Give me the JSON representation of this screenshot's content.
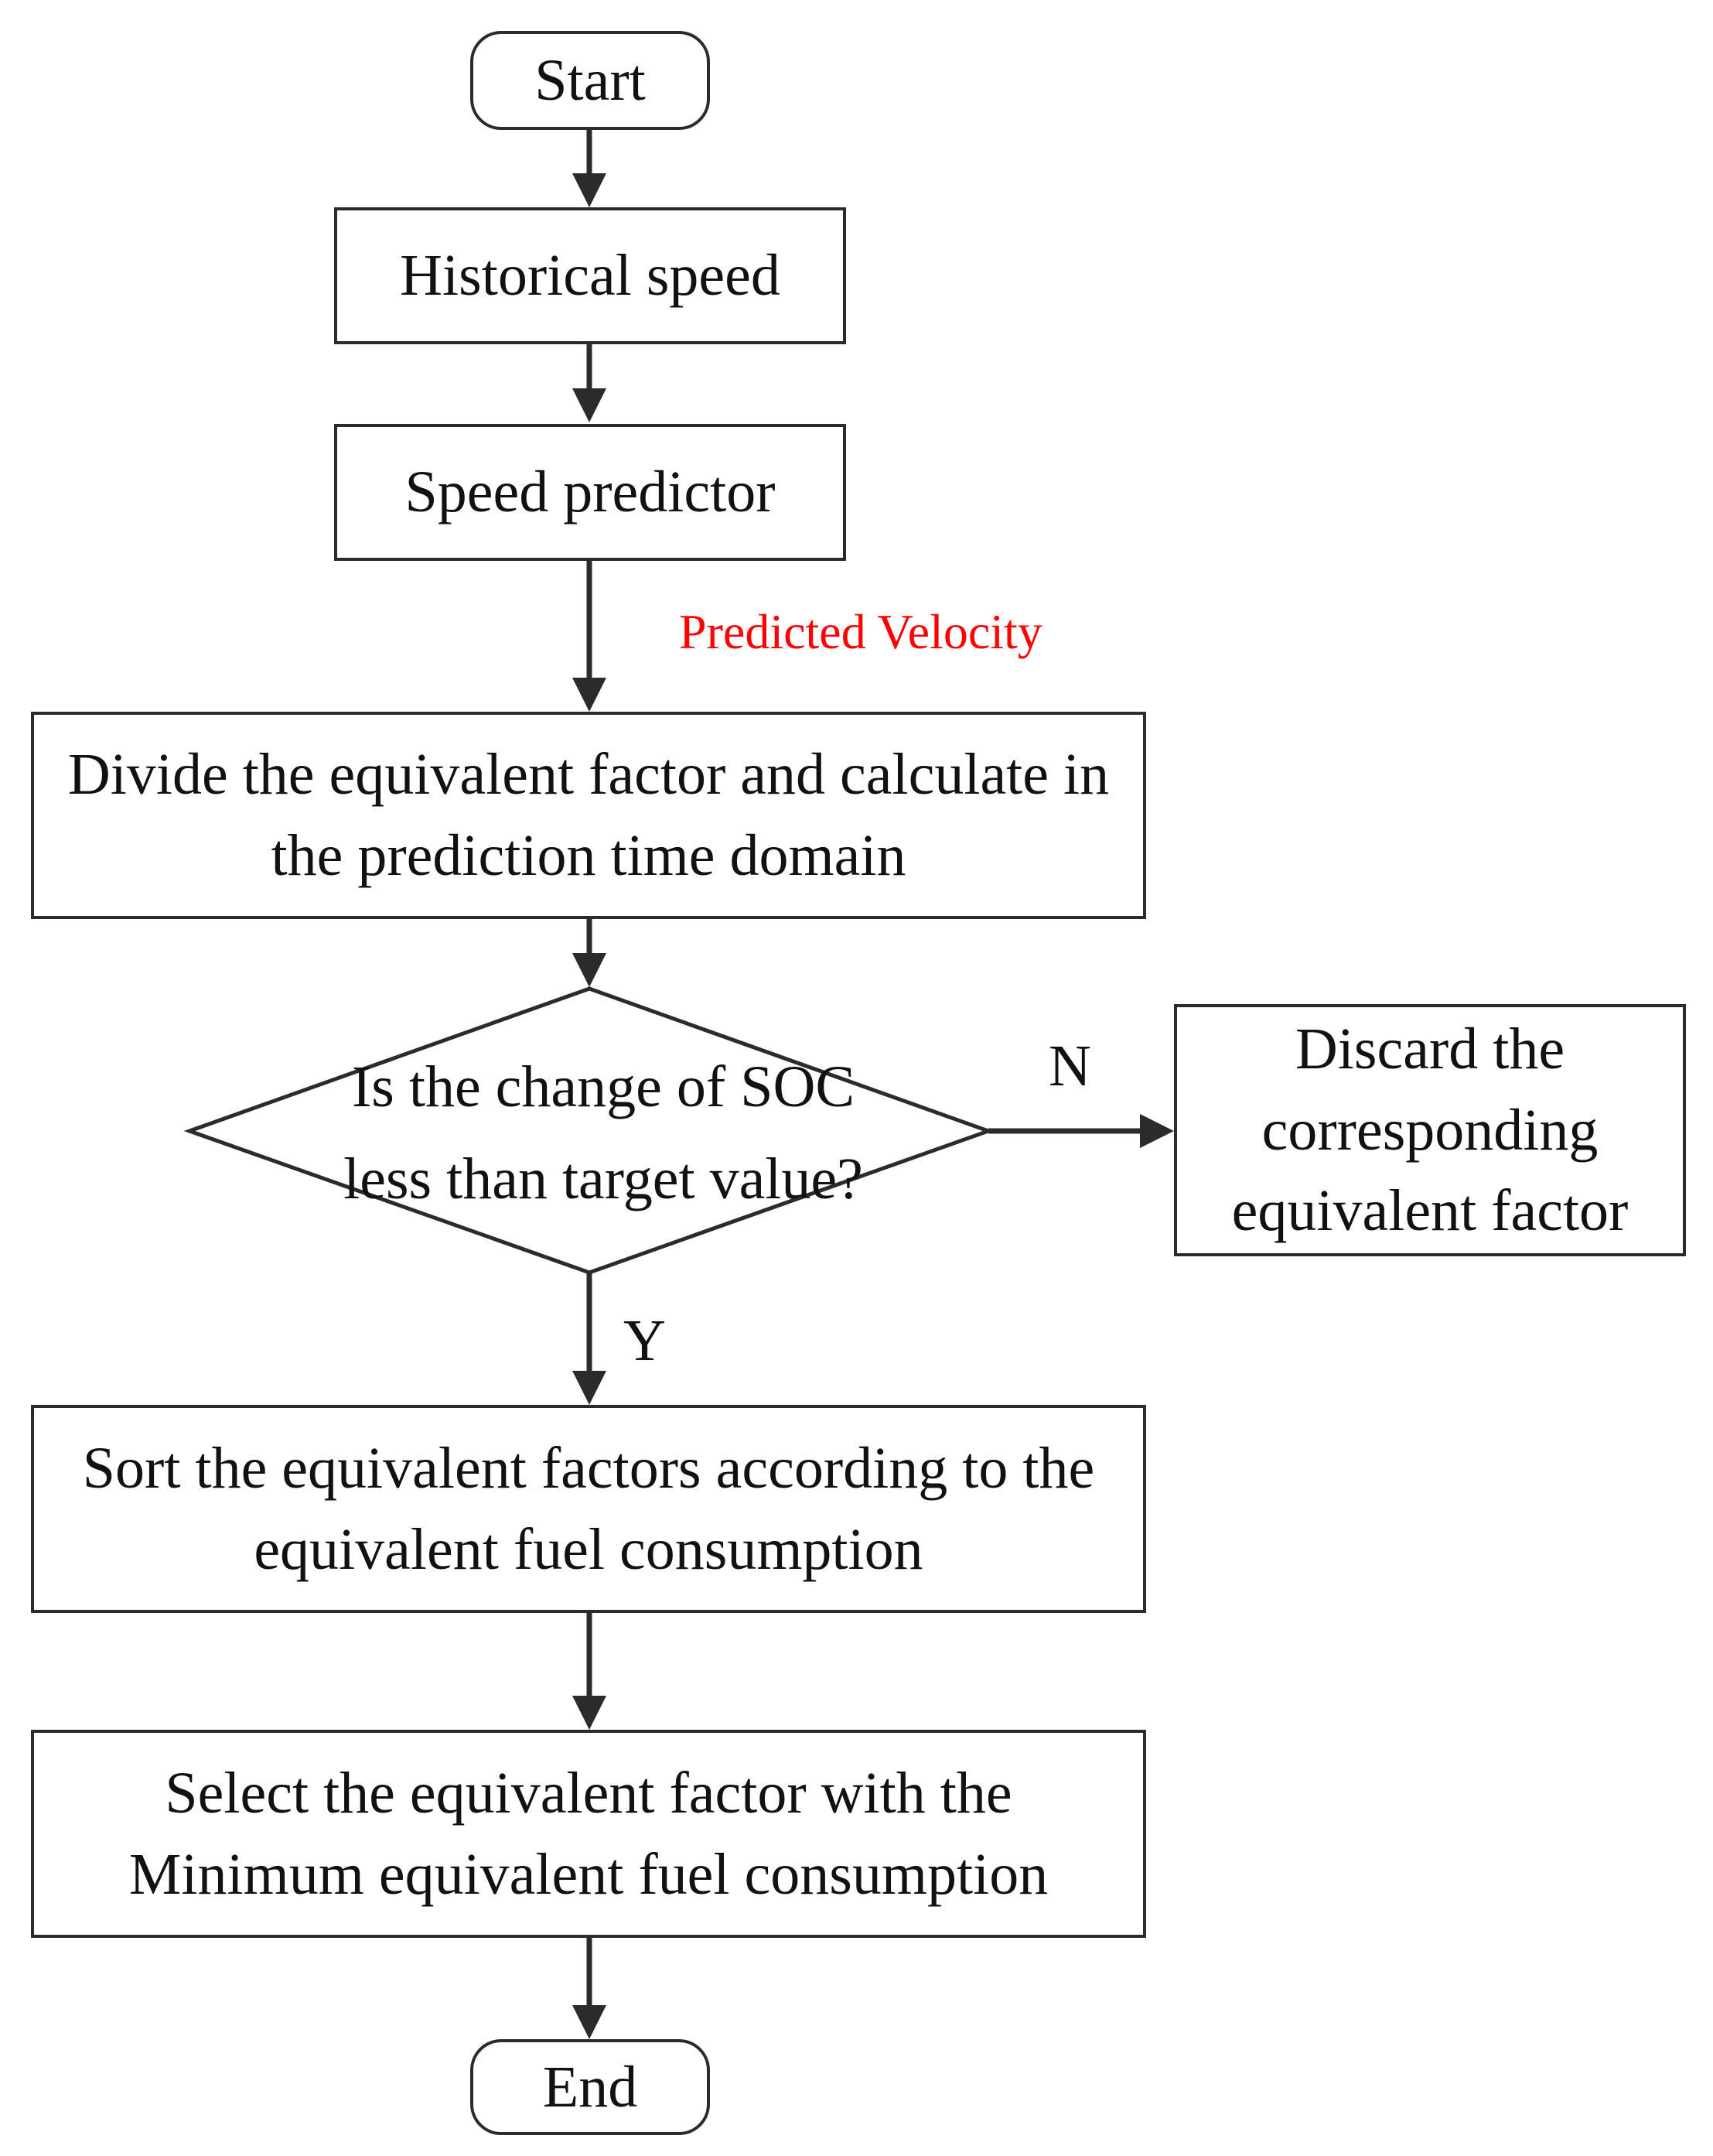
{
  "nodes": {
    "start": "Start",
    "historical_speed": "Historical speed",
    "speed_predictor": "Speed predictor",
    "predicted_velocity": "Predicted Velocity",
    "divide": "Divide the equivalent factor and calculate in the prediction time domain",
    "decision": "Is the change of SOC less than target value?",
    "discard": "Discard the corresponding equivalent factor",
    "sort": "Sort the equivalent factors according to the equivalent fuel consumption",
    "select": "Select the equivalent factor with the Minimum equivalent fuel consumption",
    "end": "End"
  },
  "branches": {
    "no": "N",
    "yes": "Y"
  },
  "colors": {
    "stroke": "#2b2b2b",
    "annotation": "#ff0000",
    "text": "#111111"
  }
}
